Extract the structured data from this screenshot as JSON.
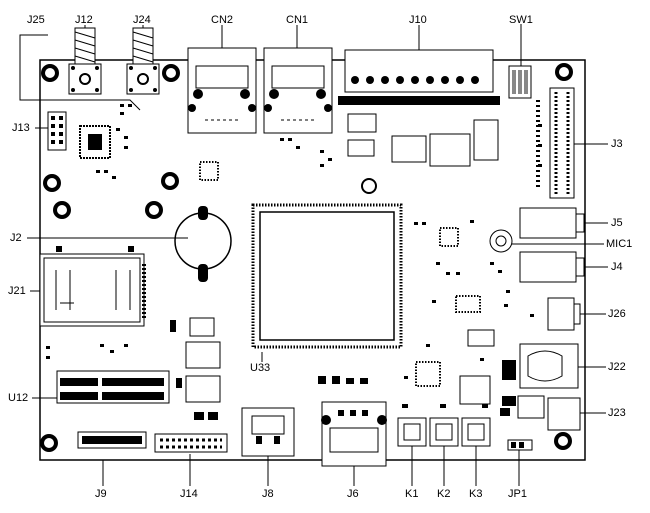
{
  "labels": {
    "J25": "J25",
    "J12": "J12",
    "J24": "J24",
    "CN2": "CN2",
    "CN1": "CN1",
    "J10": "J10",
    "SW1": "SW1",
    "J13": "J13",
    "J3": "J3",
    "J2": "J2",
    "J5": "J5",
    "MIC1": "MIC1",
    "J4": "J4",
    "J21": "J21",
    "J26": "J26",
    "U33": "U33",
    "J22": "J22",
    "U12": "U12",
    "J23": "J23",
    "J9": "J9",
    "J14": "J14",
    "J8": "J8",
    "J6": "J6",
    "K1": "K1",
    "K2": "K2",
    "K3": "K3",
    "JP1": "JP1"
  }
}
